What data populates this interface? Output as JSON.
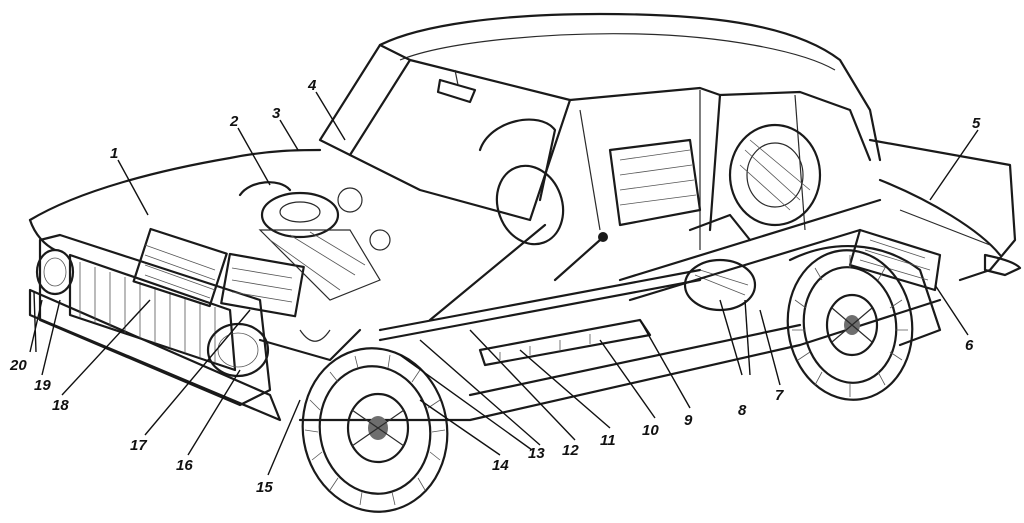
{
  "callouts": [
    {
      "id": "1",
      "text": "1"
    },
    {
      "id": "2",
      "text": "2"
    },
    {
      "id": "3",
      "text": "3"
    },
    {
      "id": "4",
      "text": "4"
    },
    {
      "id": "5",
      "text": "5"
    },
    {
      "id": "6",
      "text": "6"
    },
    {
      "id": "7",
      "text": "7"
    },
    {
      "id": "8",
      "text": "8"
    },
    {
      "id": "9",
      "text": "9"
    },
    {
      "id": "10",
      "text": "10"
    },
    {
      "id": "11",
      "text": "11"
    },
    {
      "id": "12",
      "text": "12"
    },
    {
      "id": "13",
      "text": "13"
    },
    {
      "id": "14",
      "text": "14"
    },
    {
      "id": "15",
      "text": "15"
    },
    {
      "id": "16",
      "text": "16"
    },
    {
      "id": "17",
      "text": "17"
    },
    {
      "id": "18",
      "text": "18"
    },
    {
      "id": "19",
      "text": "19"
    },
    {
      "id": "20",
      "text": "20"
    }
  ],
  "colors": {
    "ink": "#1a1a1a",
    "paper": "#ffffff"
  }
}
